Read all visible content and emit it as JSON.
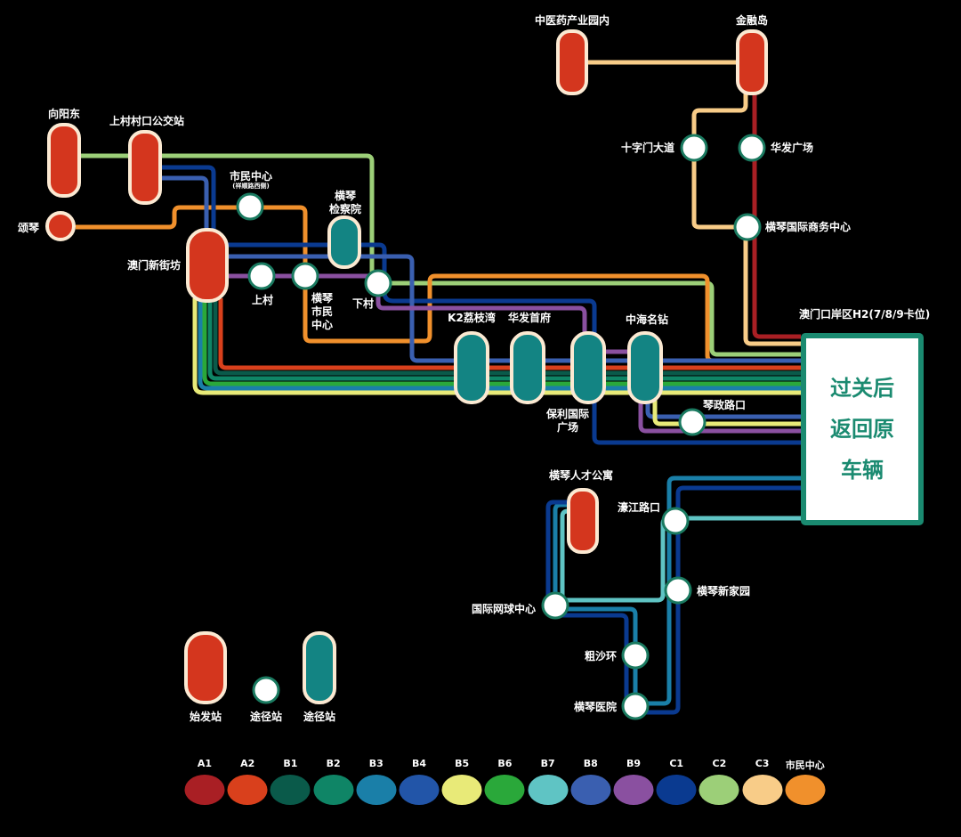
{
  "colors": {
    "A1": "#a91f24",
    "A2": "#d9401c",
    "B1": "#0a5a4a",
    "B2": "#0f8566",
    "B3": "#1a7fa8",
    "B4": "#2255a8",
    "B5": "#e8ea78",
    "B6": "#2aa83a",
    "B7": "#5fc4c4",
    "B8": "#3a5fb0",
    "B9": "#8a50a0",
    "C1": "#0a3a90",
    "C2": "#9ccf78",
    "C3": "#f8cc88",
    "市民中心": "#f0902c",
    "terminal": "#d4361e",
    "via_border": "#1a7a60",
    "teal_station": "#138483"
  },
  "stations": {
    "zhongyiyao": "中医药产业园内",
    "jinrongdao": "金融岛",
    "shizimen": "十字门大道",
    "huafaguangchang": "华发广场",
    "shangwu": "横琴国际商务中心",
    "xiangyangdong": "向阳东",
    "shangcunkou": "上村村口公交站",
    "songqin": "颂琴",
    "shiminzhongxin": "市民中心",
    "shiminzhongxin_note": "(祥顺路西侧)",
    "jianchayuan": "横琴\n检察院",
    "aomenxinjiefang": "澳门新街坊",
    "shangcun": "上村",
    "hengqinshimin": "横琴\n市民\n中心",
    "xiacun": "下村",
    "k2": "K2荔枝湾",
    "huafashoufu": "华发首府",
    "baoli": "保利国际\n广场",
    "zhonghai": "中海名钻",
    "qinzheng": "琴政路口",
    "rencai": "横琴人才公寓",
    "haojiang": "濠江路口",
    "xinjiayuan": "横琴新家园",
    "wangqiu": "国际网球中心",
    "cushahuan": "粗沙环",
    "yiyuan": "横琴医院"
  },
  "destination": {
    "title": "澳门口岸区H2(7/8/9卡位)",
    "text": "过关后\n返回原\n车辆"
  },
  "legend": {
    "terminal": "始发站",
    "via": "途径站",
    "via2": "途径站"
  },
  "lines": [
    "A1",
    "A2",
    "B1",
    "B2",
    "B3",
    "B4",
    "B5",
    "B6",
    "B7",
    "B8",
    "B9",
    "C1",
    "C2",
    "C3",
    "市民中心"
  ]
}
